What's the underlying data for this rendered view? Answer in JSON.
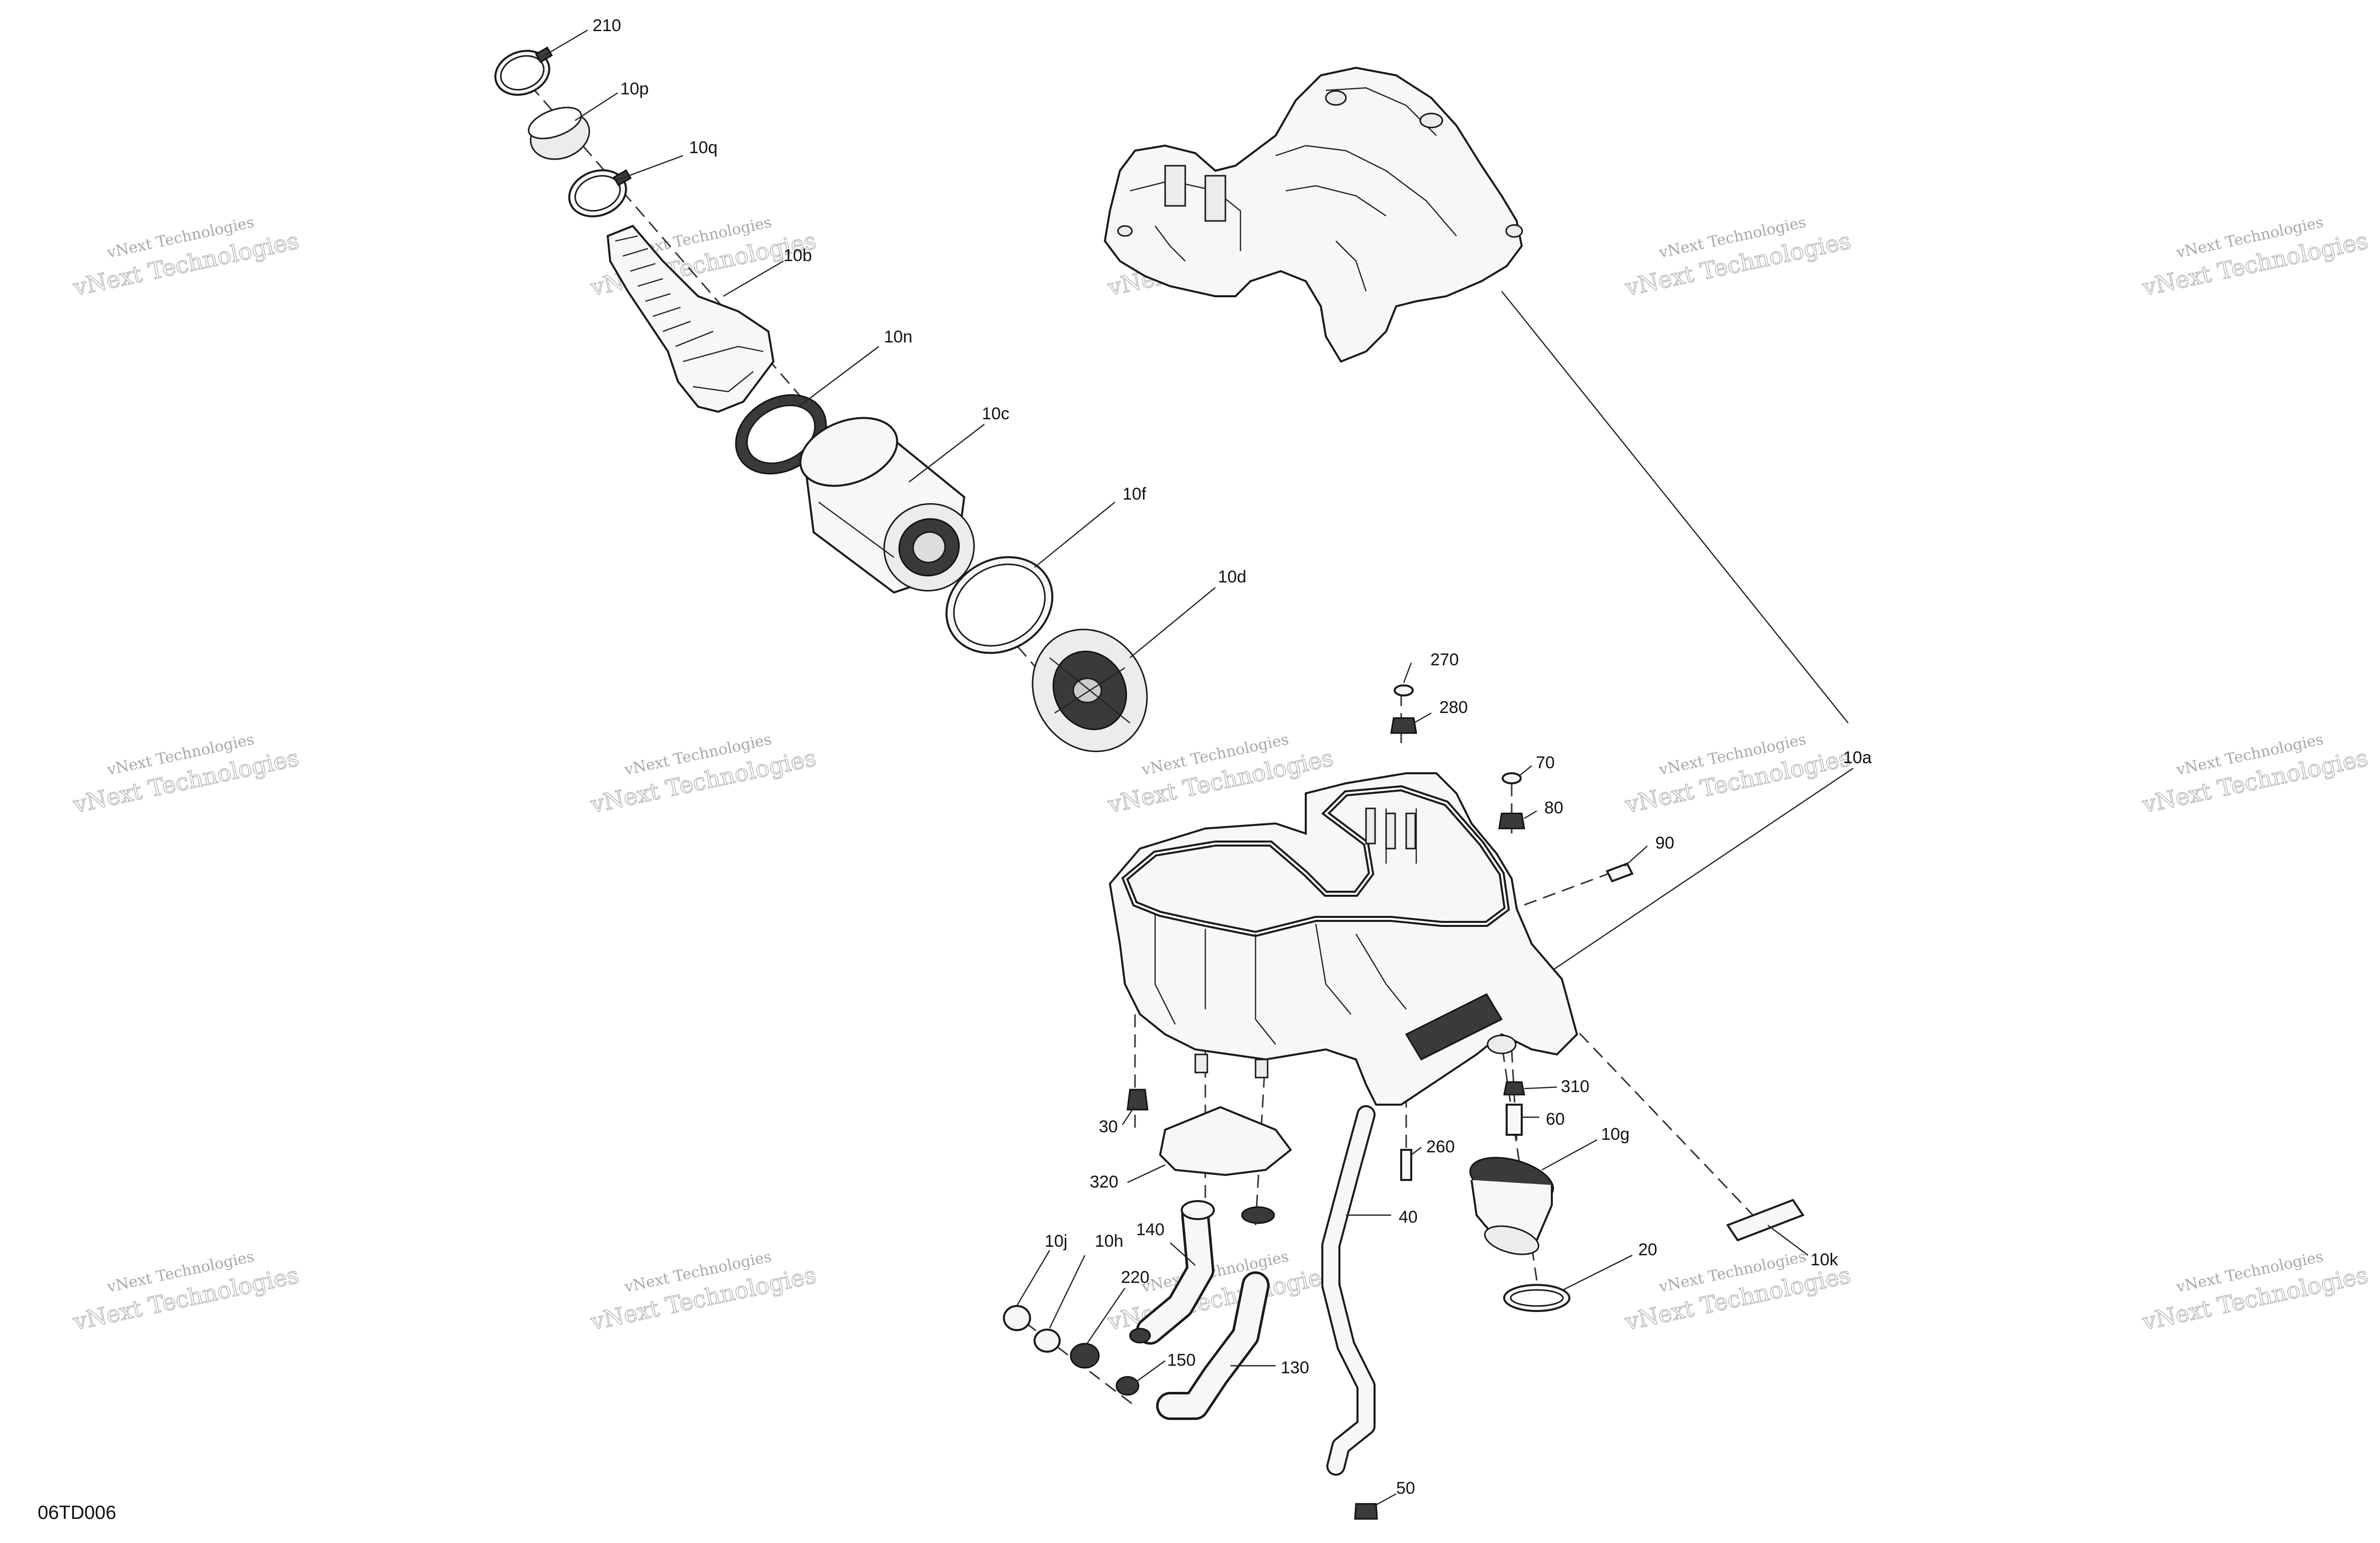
{
  "figure_code": "06TD006",
  "watermark": {
    "line1": "vNext Technologies",
    "line2": "vNext Technologies"
  },
  "callouts": [
    "210",
    "10p",
    "10q",
    "10b",
    "10n",
    "10c",
    "10f",
    "10d",
    "270",
    "280",
    "70",
    "80",
    "90",
    "10a",
    "310",
    "60",
    "10g",
    "260",
    "30",
    "320",
    "40",
    "140",
    "10j",
    "10h",
    "220",
    "20",
    "10k",
    "150",
    "130",
    "50"
  ]
}
